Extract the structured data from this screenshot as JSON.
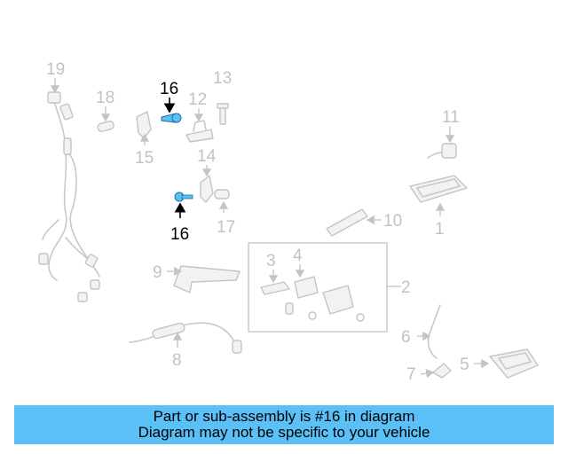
{
  "diagram": {
    "labels": {
      "l1": "1",
      "l2": "2",
      "l3": "3",
      "l4": "4",
      "l5": "5",
      "l6": "6",
      "l7": "7",
      "l8": "8",
      "l9": "9",
      "l10": "10",
      "l11": "11",
      "l12": "12",
      "l13": "13",
      "l14": "14",
      "l15": "15",
      "l17": "17",
      "l18": "18",
      "l19": "19",
      "l16a": "16",
      "l16b": "16"
    },
    "highlight_color": "#5bc0f5"
  },
  "banner": {
    "line1": "Part or sub-assembly is #16 in diagram",
    "line2": "Diagram may not be specific to your vehicle",
    "color": "#5bc0f5"
  }
}
